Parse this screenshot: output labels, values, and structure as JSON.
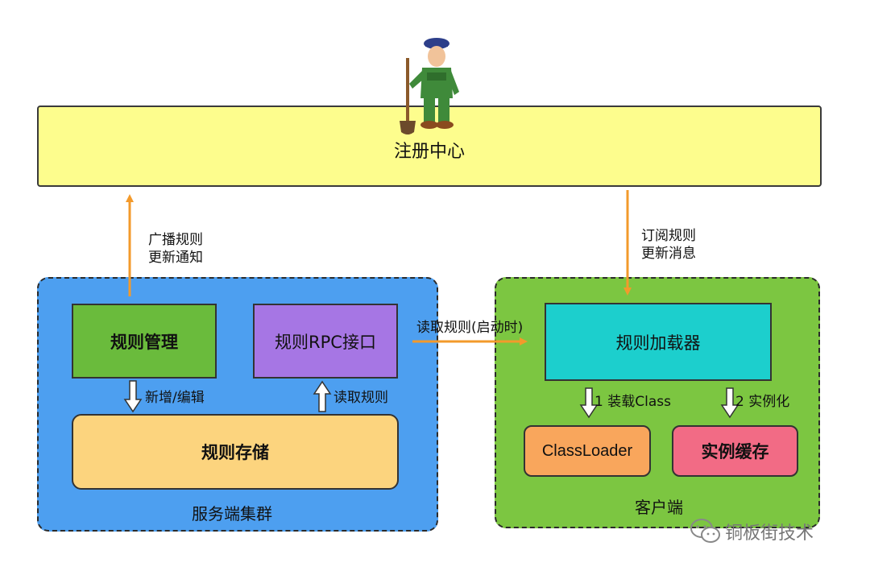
{
  "registry": {
    "label": "注册中心",
    "mascot_icon": "postman-mascot-icon"
  },
  "server_cluster": {
    "label": "服务端集群",
    "rule_management": "规则管理",
    "rpc_interface": "规则RPC接口",
    "rule_storage": "规则存储",
    "broadcast_label_line1": "广播规则",
    "broadcast_label_line2": "更新通知",
    "add_edit_label": "新增/编辑",
    "read_rule_label": "读取规则"
  },
  "cross_link": {
    "label": "读取规则(启动时)"
  },
  "client": {
    "label": "客户端",
    "rule_loader": "规则加载器",
    "classloader": "ClassLoader",
    "instance_cache": "实例缓存",
    "subscribe_label_line1": "订阅规则",
    "subscribe_label_line2": "更新消息",
    "load_class_label": "1 装载Class",
    "instantiate_label": "2 实例化"
  },
  "watermark": {
    "text": "铜板街技术",
    "icon": "wechat-icon"
  },
  "colors": {
    "registry": "#fdfd8d",
    "server_cluster": "#4d9ff0",
    "client_cluster": "#7cc641",
    "rule_management": "#6abb3c",
    "rpc_interface": "#a676e4",
    "rule_storage": "#fcd47e",
    "rule_loader": "#1ccfcd",
    "classloader": "#f9a65c",
    "instance_cache": "#f26b85",
    "arrow_orange": "#f39a2b"
  }
}
